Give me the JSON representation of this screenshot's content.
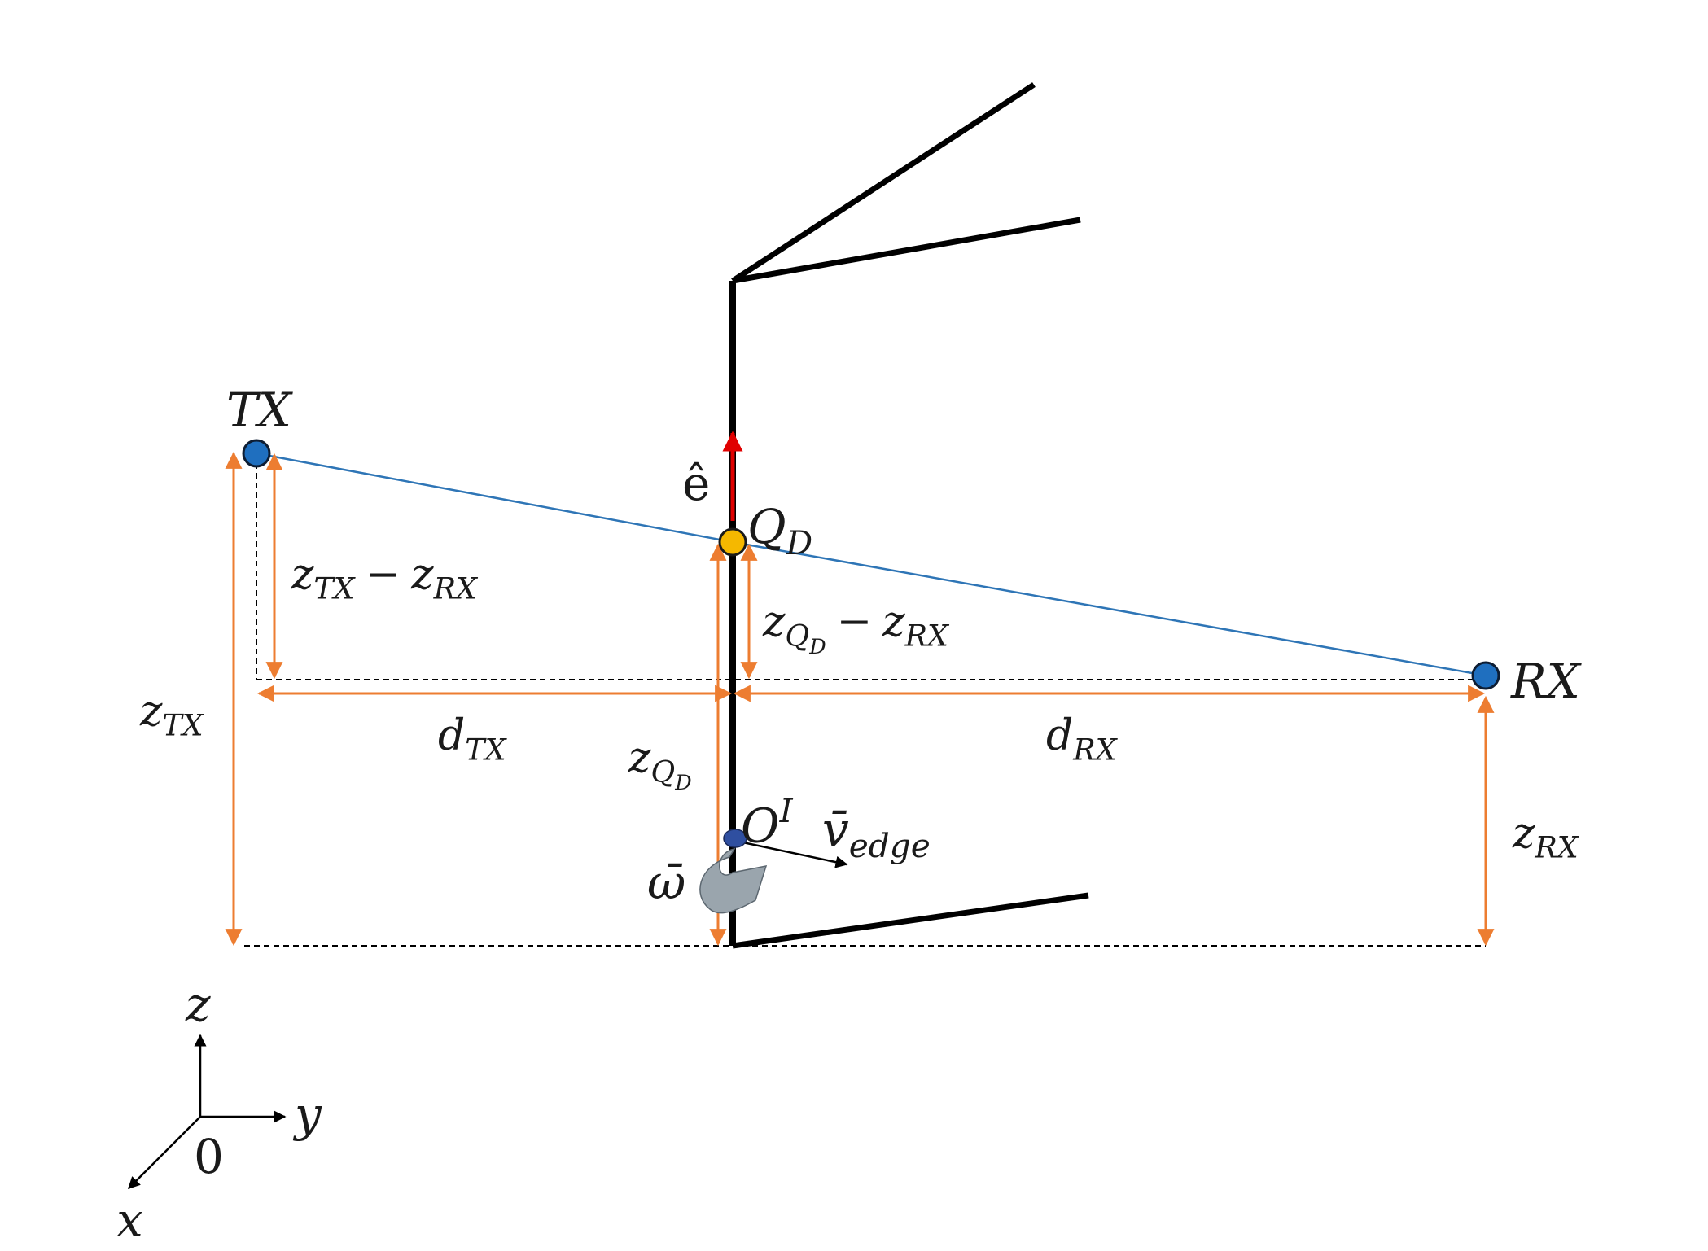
{
  "labels": {
    "tx": "TX",
    "rx": "RX",
    "qd_base": "Q",
    "qd_sub": "D",
    "e_hat": "ê",
    "origin_i_base": "O",
    "origin_i_sup": "I",
    "v_edge_base": "v̄",
    "v_edge_sub": "edge",
    "omega": "ω̄",
    "z_tx_minus_z_rx": {
      "a": "z",
      "a_sub": "TX",
      "op": "−",
      "b": "z",
      "b_sub": "RX"
    },
    "z_qd_minus_z_rx": {
      "a": "z",
      "a_sub": "Q",
      "a_subsub": "D",
      "op": "−",
      "b": "z",
      "b_sub": "RX"
    },
    "z_tx": {
      "base": "z",
      "sub": "TX"
    },
    "z_rx": {
      "base": "z",
      "sub": "RX"
    },
    "z_qd": {
      "base": "z",
      "sub": "Q",
      "subsub": "D"
    },
    "d_tx": {
      "base": "d",
      "sub": "TX"
    },
    "d_rx": {
      "base": "d",
      "sub": "RX"
    },
    "axis_z": "z",
    "axis_y": "y",
    "axis_x": "x",
    "axis_origin": "0"
  },
  "colors": {
    "edge": "#000000",
    "signal_path": "#2e75b6",
    "node_fill": "#1f6fbf",
    "qd_fill": "#f5b800",
    "dimension": "#ed7d31",
    "edge_vector": "#e00000",
    "rotation_arrow": "#9aa5ad",
    "origin_dot": "#2f4fa0"
  }
}
